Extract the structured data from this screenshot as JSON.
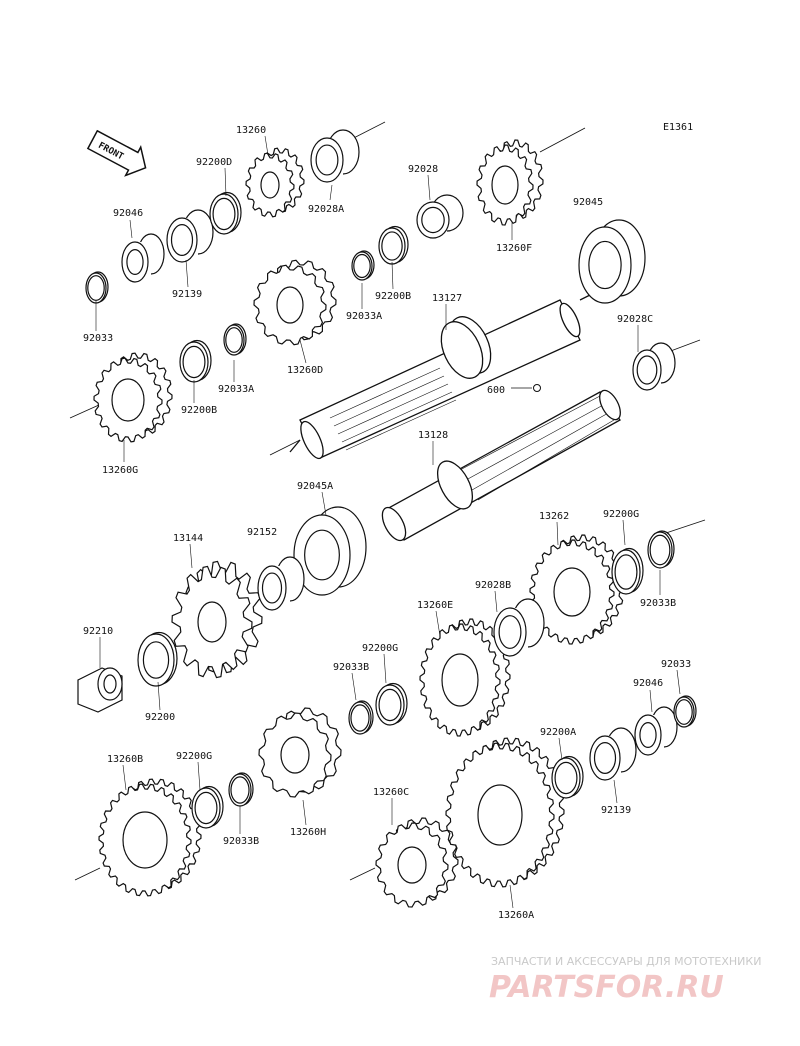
{
  "diagram_code": "E1361",
  "front_label": "FRONT",
  "labels": {
    "l13260": "13260",
    "l92200D": "92200D",
    "l92028A": "92028A",
    "l92028": "92028",
    "l92045": "92045",
    "l92046_top": "92046",
    "l92139_top": "92139",
    "l92033_left": "92033",
    "l13260F": "13260F",
    "l92200B_mid": "92200B",
    "l92033A_mid": "92033A",
    "l13127": "13127",
    "l13260D": "13260D",
    "l92200B_left": "92200B",
    "l92033A_left": "92033A",
    "l13260G": "13260G",
    "l92028C": "92028C",
    "l600": "600",
    "l13128": "13128",
    "l92045A": "92045A",
    "l92152": "92152",
    "l13144": "13144",
    "l13262": "13262",
    "l92200G_top": "92200G",
    "l92033B_right": "92033B",
    "l92028B": "92028B",
    "l13260E": "13260E",
    "l92210": "92210",
    "l92200G_mid": "92200G",
    "l92033B_mid": "92033B",
    "l92200": "92200",
    "l92033_right": "92033",
    "l92046_right": "92046",
    "l92200A": "92200A",
    "l92200G_low": "92200G",
    "l13260B": "13260B",
    "l92139_right": "92139",
    "l92033B_low": "92033B",
    "l13260H": "13260H",
    "l13260C": "13260C",
    "l13260A": "13260A"
  },
  "watermark": {
    "tagline": "ЗАПЧАСТИ И АКСЕССУАРЫ ДЛЯ МОТОТЕХНИКИ",
    "logo": "PARTSFOR.RU"
  }
}
